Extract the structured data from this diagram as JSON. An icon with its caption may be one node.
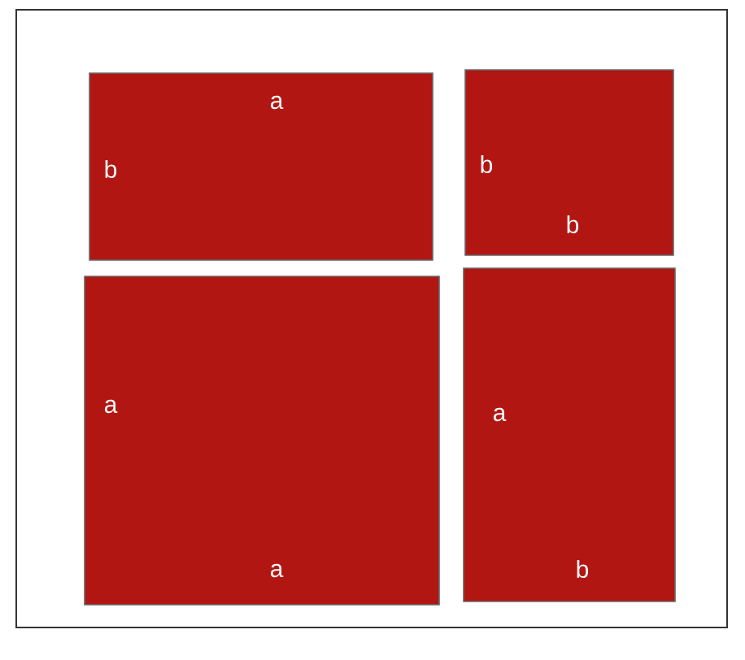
{
  "diagram": {
    "nodes": [
      {
        "text": [
          "a",
          "b"
        ]
      },
      {
        "text": [
          "b",
          "b"
        ]
      },
      {
        "text": [
          "a",
          "a"
        ]
      },
      {
        "text": [
          "a",
          "b"
        ]
      }
    ]
  }
}
